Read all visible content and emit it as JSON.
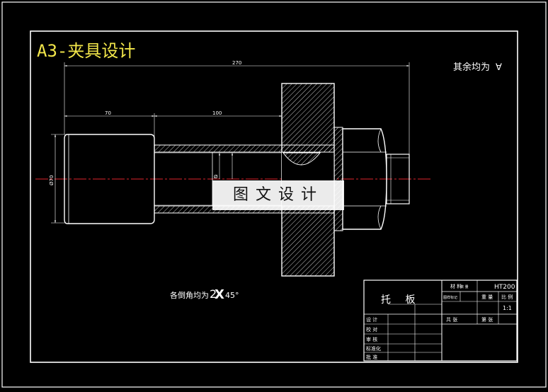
{
  "drawing": {
    "title": "A3-夹具设计",
    "roughness_note": "其余均为",
    "roughness_symbol": "∀",
    "chamfer_note": "各倒角均为",
    "chamfer_value": "2",
    "chamfer_x": "X",
    "chamfer_angle": "45°",
    "watermark": "图文设计"
  },
  "dimensions": {
    "overall_length": "270",
    "left_segment": "70",
    "middle_segment": "100",
    "diameter_left": "Ø70",
    "diameter_inner": "Ø"
  },
  "title_block": {
    "part_name": "托 板",
    "material_label": "材 料",
    "material_value": "HT200",
    "quantity_label": "数 量",
    "drawing_no_label": "图样标记",
    "weight_label": "重 量",
    "scale_label": "比 例",
    "scale_value": "1:1",
    "sheet_label": "共 张",
    "sheet_of_label": "第 张",
    "designer_label": "设 计",
    "checker_label": "校 对",
    "review_label": "审 核",
    "standard_label": "标准化",
    "approve_label": "批 准"
  },
  "colors": {
    "frame": "#ffffff",
    "title": "#f2e64a",
    "centerline": "#e0242c",
    "dimension": "#ffffff"
  }
}
